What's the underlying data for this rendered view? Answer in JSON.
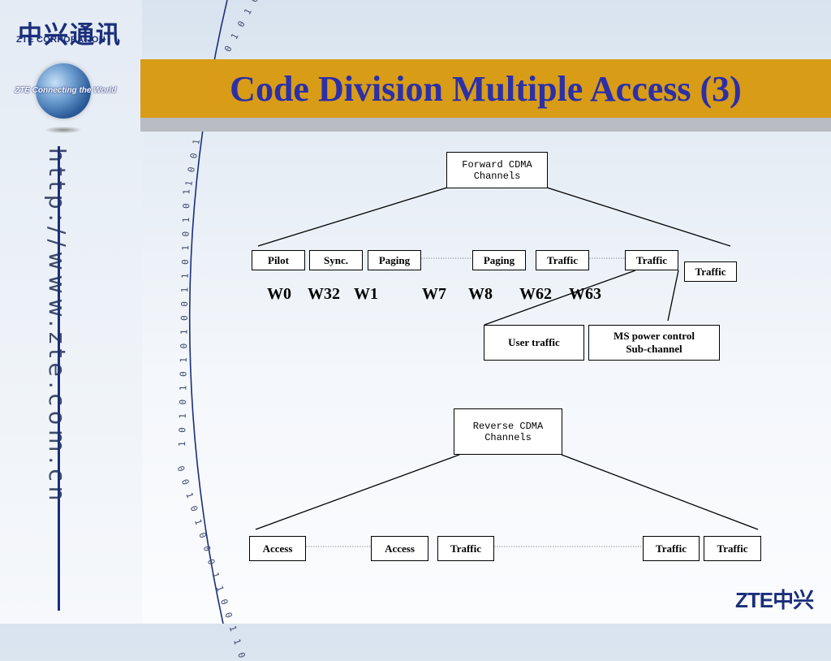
{
  "header": {
    "logo_cn": "中兴通讯",
    "logo_en": "ZTE CORPORATION",
    "tagline": "ZTE Connecting the World",
    "title": "Code Division Multiple Access (3)"
  },
  "sidebar": {
    "url": "http://www.zte.com.cn"
  },
  "decor": {
    "binary_1": "0 1 0 1 0",
    "binary_2": "1 0 0 1 0",
    "binary_3": "1 0 1 0 1 0 1 0 1 0 0 1 1 0 1 0 1 0 1",
    "binary_4": "0 0 1 0 1 0 0 0 1 1 0 0 1 1 0"
  },
  "forward": {
    "root": "Forward CDMA\nChannels",
    "channels": [
      "Pilot",
      "Sync.",
      "Paging",
      "Paging",
      "Traffic",
      "Traffic",
      "Traffic"
    ],
    "walsh": [
      "W0",
      "W32",
      "W1",
      "W7",
      "W8",
      "W62",
      "W63"
    ],
    "sub": [
      "User traffic",
      "MS power control\nSub-channel"
    ]
  },
  "reverse": {
    "root": "Reverse CDMA\nChannels",
    "channels": [
      "Access",
      "Access",
      "Traffic",
      "Traffic",
      "Traffic"
    ]
  },
  "footer": {
    "logo": "ZTE中兴"
  }
}
